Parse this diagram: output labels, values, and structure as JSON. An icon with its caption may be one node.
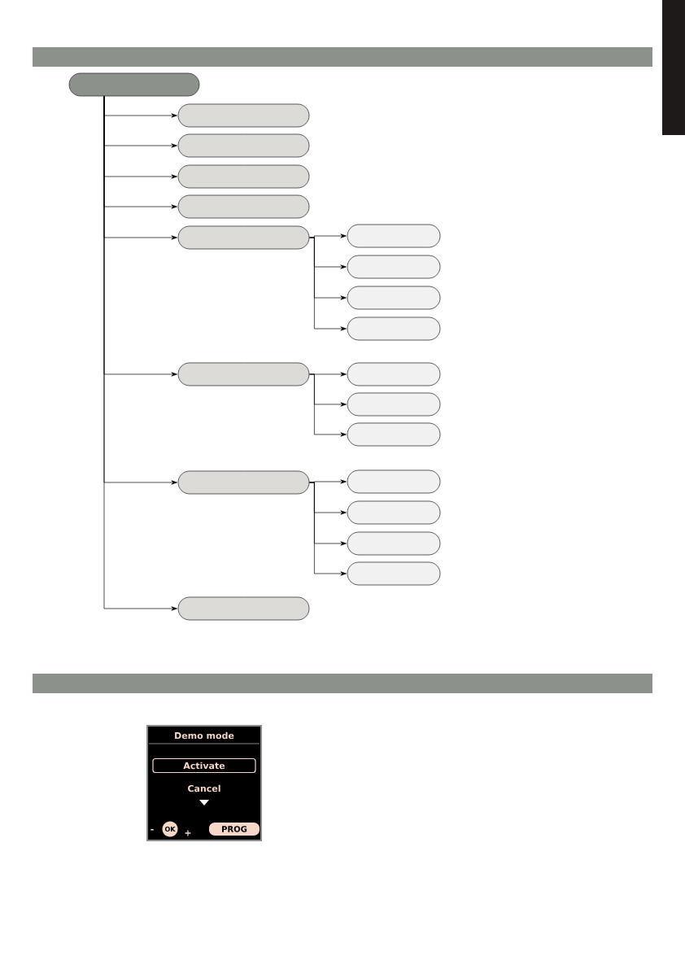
{
  "diagram": {
    "nodes": [
      {
        "text": [],
        "shape": "box"
      },
      {
        "text": [],
        "shape": "box"
      },
      {
        "text": [],
        "shape": "box"
      },
      {
        "text": [],
        "shape": "box"
      },
      {
        "text": [],
        "shape": "box"
      },
      {
        "text": [],
        "shape": "box"
      },
      {
        "text": [],
        "shape": "box"
      },
      {
        "text": [],
        "shape": "box"
      },
      {
        "text": [],
        "shape": "box"
      },
      {
        "text": [],
        "shape": "box"
      },
      {
        "text": [],
        "shape": "box"
      },
      {
        "text": [],
        "shape": "box"
      },
      {
        "text": [],
        "shape": "box"
      },
      {
        "text": [],
        "shape": "box"
      },
      {
        "text": [],
        "shape": "box"
      },
      {
        "text": [],
        "shape": "box"
      },
      {
        "text": [],
        "shape": "box"
      },
      {
        "text": [],
        "shape": "box"
      },
      {
        "text": [],
        "shape": "box"
      },
      {
        "text": [],
        "shape": "box"
      },
      {
        "text": [],
        "shape": "bar"
      },
      {
        "text": [],
        "shape": "bar"
      },
      {
        "text": [],
        "shape": "bar"
      }
    ],
    "edges": [
      {
        "from": 0,
        "to": 1,
        "arrow": "to"
      },
      {
        "from": 0,
        "to": 2,
        "arrow": "to"
      },
      {
        "from": 0,
        "to": 3,
        "arrow": "to"
      },
      {
        "from": 0,
        "to": 4,
        "arrow": "to"
      },
      {
        "from": 0,
        "to": 5,
        "arrow": "to"
      },
      {
        "from": 5,
        "to": 6,
        "arrow": "to"
      },
      {
        "from": 5,
        "to": 7,
        "arrow": "to"
      },
      {
        "from": 5,
        "to": 8,
        "arrow": "to"
      },
      {
        "from": 5,
        "to": 9,
        "arrow": "to"
      },
      {
        "from": 0,
        "to": 10,
        "arrow": "to"
      },
      {
        "from": 10,
        "to": 11,
        "arrow": "to"
      },
      {
        "from": 10,
        "to": 12,
        "arrow": "to"
      },
      {
        "from": 10,
        "to": 13,
        "arrow": "to"
      },
      {
        "from": 0,
        "to": 14,
        "arrow": "to"
      },
      {
        "from": 14,
        "to": 15,
        "arrow": "to"
      },
      {
        "from": 14,
        "to": 16,
        "arrow": "to"
      },
      {
        "from": 14,
        "to": 17,
        "arrow": "to"
      },
      {
        "from": 14,
        "to": 18,
        "arrow": "to"
      },
      {
        "from": 0,
        "to": 19,
        "arrow": "to"
      }
    ],
    "labels": [
      "Demo mode",
      "Activate",
      "Cancel",
      "-",
      "OK",
      "+",
      "PROG"
    ]
  }
}
